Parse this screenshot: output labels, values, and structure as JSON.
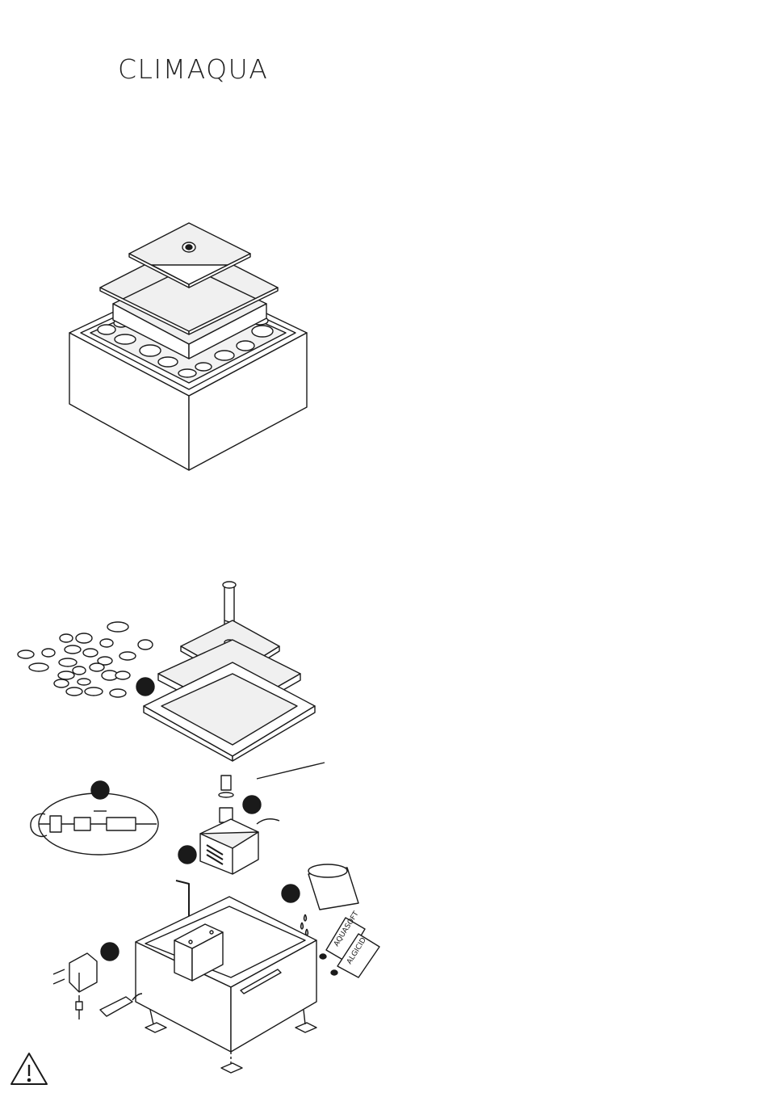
{
  "brand": {
    "logo_text": "CLIMAQUA"
  },
  "bottles": {
    "left_label": "AQUASOFT",
    "right_label": "ALGICID"
  },
  "colors": {
    "ink": "#1a1a1a",
    "panel": "#efefef",
    "white": "#ffffff"
  },
  "icons": [
    "warning-icon",
    "power-adapter-icon",
    "pump-icon",
    "allen-key-icon",
    "measuring-cup-icon"
  ]
}
